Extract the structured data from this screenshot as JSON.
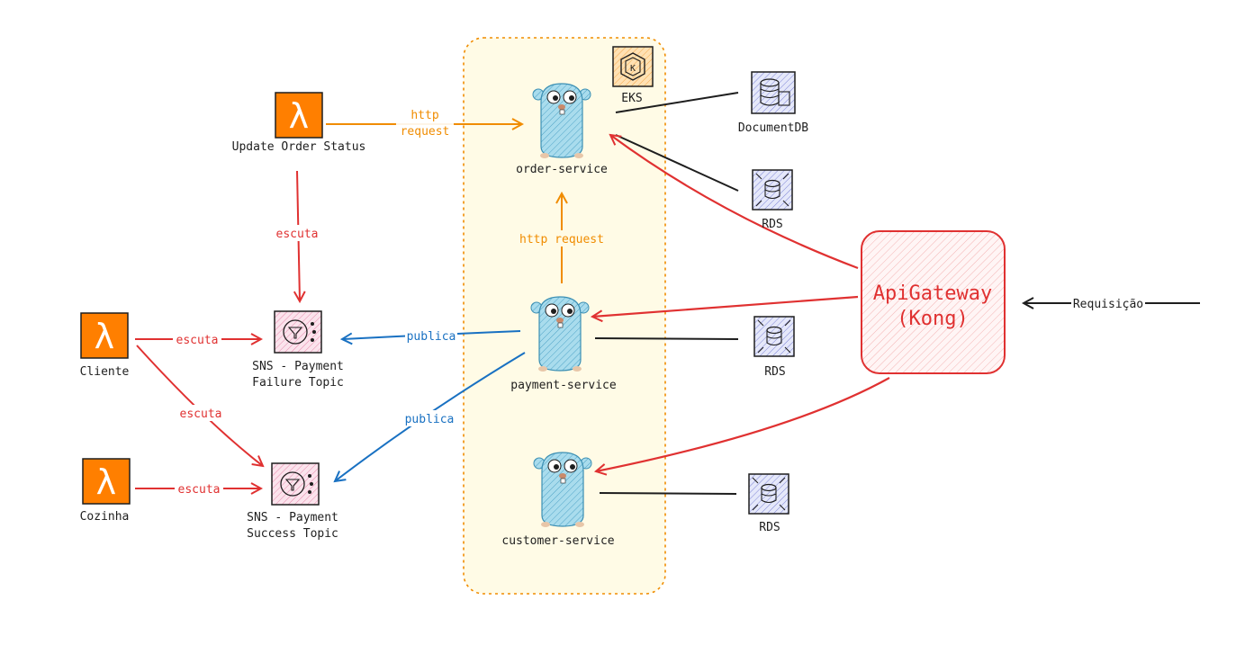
{
  "colors": {
    "orange": "#f08c00",
    "red": "#e03131",
    "blue": "#1971c2",
    "black": "#1e1e1e",
    "lambda": "#ff7f00",
    "gopher": "#9ad0e6",
    "sns": "#d6336c",
    "db": "#2b2f8c",
    "eks_fill": "#fff9db"
  },
  "cluster": {
    "label": "EKS",
    "icon": "eks-icon"
  },
  "services": {
    "order": "order-service",
    "payment": "payment-service",
    "customer": "customer-service"
  },
  "lambdas": {
    "update": "Update Order Status",
    "cliente": "Cliente",
    "cozinha": "Cozinha"
  },
  "topics": {
    "failure": [
      "SNS - Payment",
      "Failure Topic"
    ],
    "success": [
      "SNS - Payment",
      "Success Topic"
    ]
  },
  "databases": {
    "documentdb": "DocumentDB",
    "rds_order": "RDS",
    "rds_payment": "RDS",
    "rds_customer": "RDS"
  },
  "gateway": {
    "line1": "ApiGateway",
    "line2": "(Kong)"
  },
  "edges": {
    "http_request_top": [
      "http",
      "request"
    ],
    "http_request_mid": "http request",
    "escuta_update": "escuta",
    "escuta_cliente_failure": "escuta",
    "escuta_cliente_success": "escuta",
    "escuta_cozinha": "escuta",
    "publica_failure": "publica",
    "publica_success": "publica",
    "requisicao": "Requisição"
  }
}
